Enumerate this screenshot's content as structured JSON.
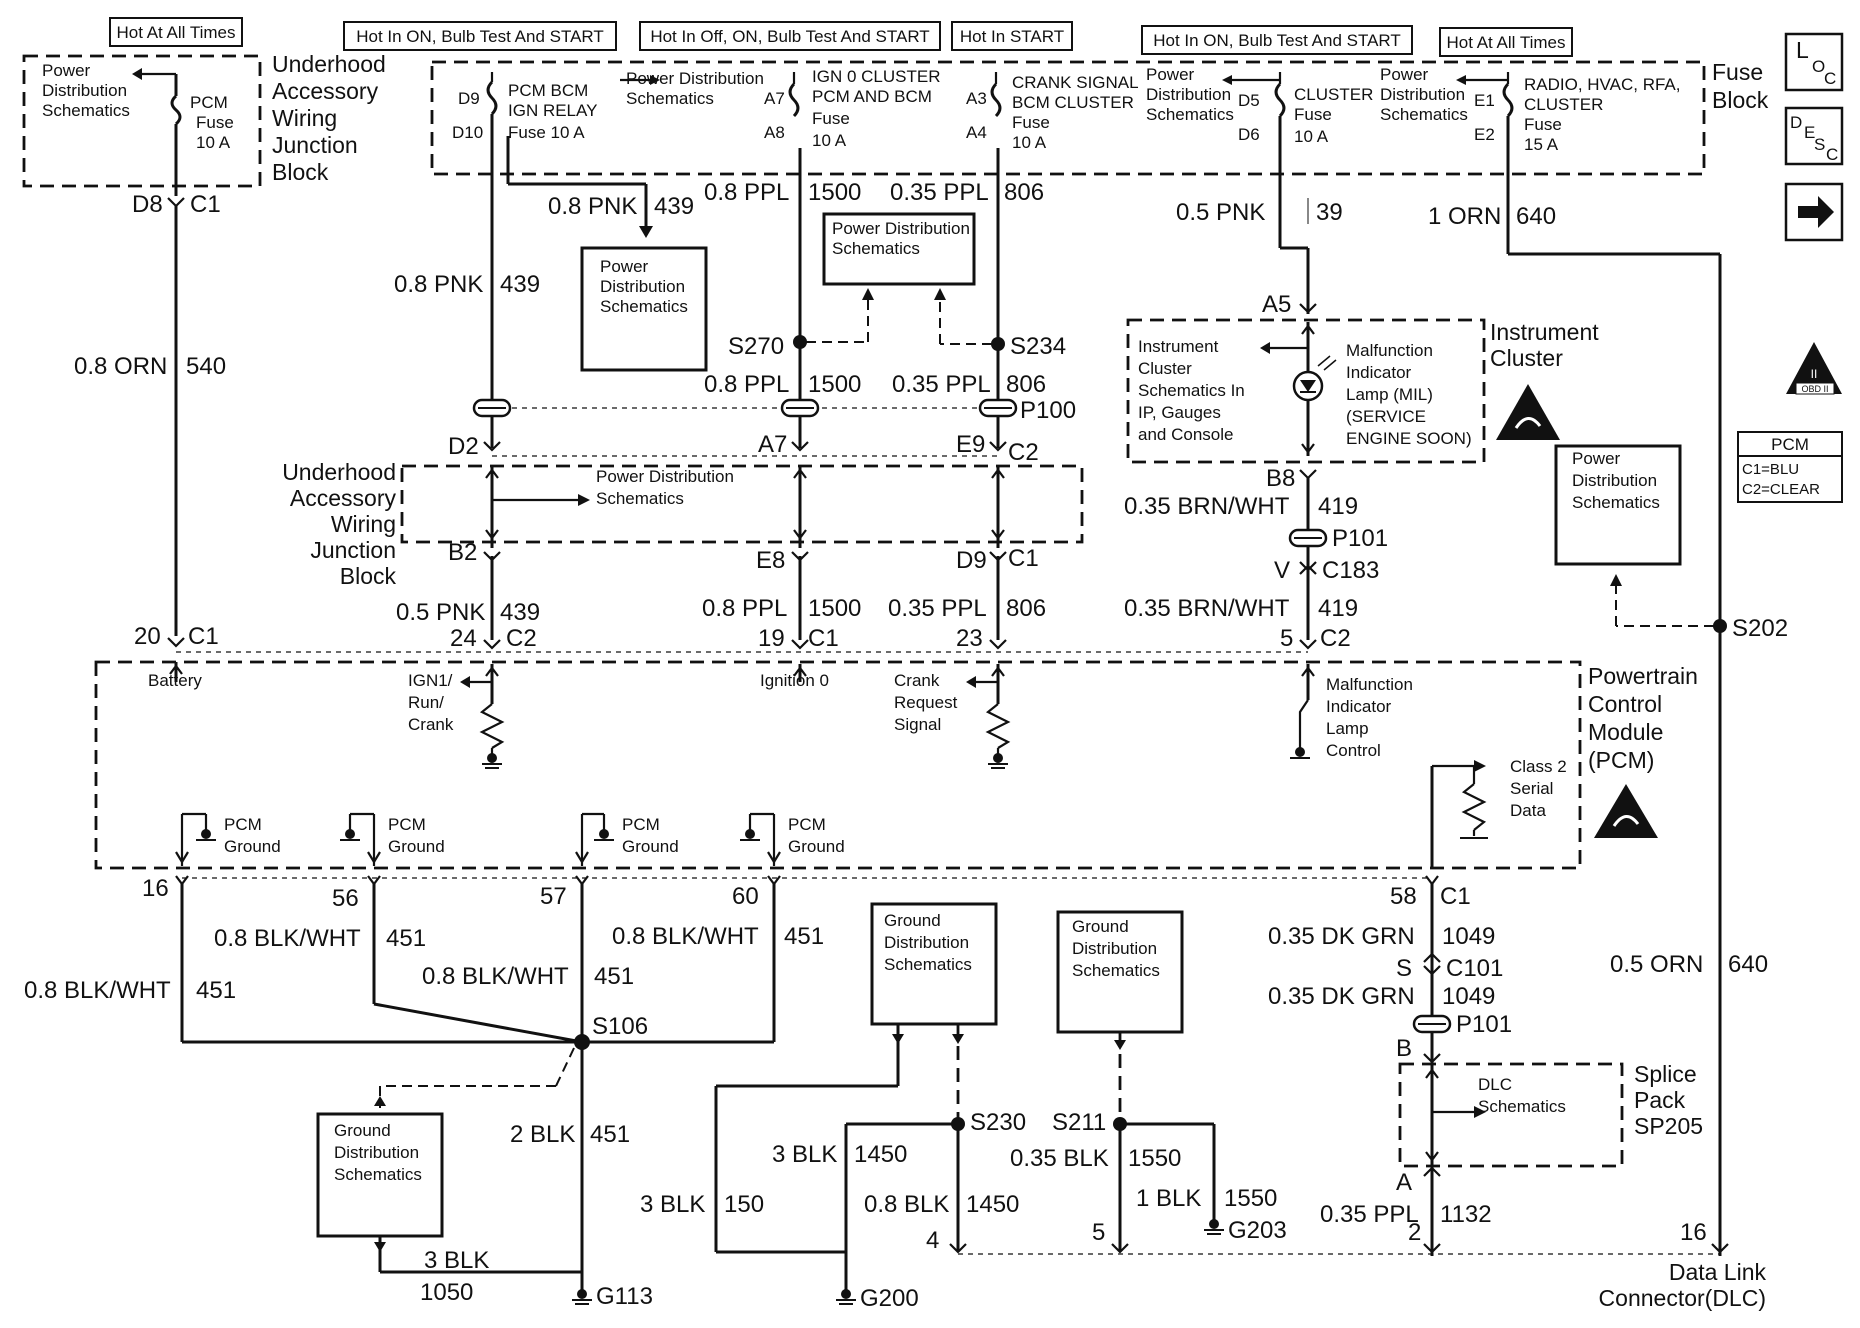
{
  "hot_tags": [
    "Hot At All Times",
    "Hot In ON, Bulb Test And START",
    "Hot In Off, ON, Bulb Test And START",
    "Hot In START",
    "Hot In ON, Bulb Test And START",
    "Hot At All Times"
  ],
  "side_icons": {
    "loc": [
      "L",
      "O",
      "C"
    ],
    "desc": [
      "D",
      "E",
      "S",
      "C"
    ],
    "obd": [
      "II",
      "OBD II"
    ],
    "pcm_key": [
      "PCM",
      "C1=BLU",
      "C2=CLEAR"
    ]
  },
  "underhood_top": {
    "title": [
      "Underhood",
      "Accessory",
      "Wiring",
      "Junction",
      "Block"
    ],
    "ref": [
      "Power",
      "Distribution",
      "Schematics"
    ],
    "fuse": [
      "PCM",
      "Fuse",
      "10 A"
    ],
    "pin": "D8",
    "conn": "C1"
  },
  "fuse_block": {
    "title": [
      "Fuse",
      "Block"
    ],
    "f1": {
      "pin_a": "D9",
      "pin_b": "D10",
      "name": [
        "PCM BCM",
        "IGN RELAY",
        "Fuse 10 A"
      ]
    },
    "ref_mid": [
      "Power Distribution",
      "Schematics"
    ],
    "f2": {
      "pin_a": "A7",
      "pin_b": "A8",
      "name": [
        "IGN 0 CLUSTER",
        "PCM AND BCM",
        "Fuse",
        "10 A"
      ]
    },
    "f3": {
      "pin_a": "A3",
      "pin_b": "A4",
      "name": [
        "CRANK SIGNAL",
        "BCM CLUSTER",
        "Fuse",
        "10 A"
      ]
    },
    "ref_f4": [
      "Power",
      "Distribution",
      "Schematics"
    ],
    "f4": {
      "pin_a": "D5",
      "pin_b": "D6",
      "name": [
        "CLUSTER",
        "Fuse",
        "10 A"
      ]
    },
    "ref_f5": [
      "Power",
      "Distribution",
      "Schematics"
    ],
    "f5": {
      "pin_a": "E1",
      "pin_b": "E2",
      "name": [
        "RADIO, HVAC, RFA,",
        "CLUSTER",
        "Fuse",
        "15 A"
      ]
    }
  },
  "wires": {
    "w439a": [
      "0.8 PNK",
      "439"
    ],
    "w439b": [
      "0.8 PNK",
      "439"
    ],
    "w540": [
      "0.8 ORN",
      "540"
    ],
    "w1500a": [
      "0.8 PPL",
      "1500"
    ],
    "w806a": [
      "0.35 PPL",
      "806"
    ],
    "w1500b": [
      "0.8 PPL",
      "1500"
    ],
    "w806b": [
      "0.35 PPL",
      "806"
    ],
    "w39": [
      "0.5 PNK",
      "39"
    ],
    "w640a": [
      "1 ORN",
      "640"
    ],
    "w419a": [
      "0.35 BRN/WHT",
      "419"
    ],
    "w419b": [
      "0.35 BRN/WHT",
      "419"
    ],
    "w439c": [
      "0.5 PNK",
      "439"
    ],
    "w1500c": [
      "0.8 PPL",
      "1500"
    ],
    "w806c": [
      "0.35 PPL",
      "806"
    ],
    "w451a": [
      "0.8 BLK/WHT",
      "451"
    ],
    "w451b": [
      "0.8 BLK/WHT",
      "451"
    ],
    "w451c": [
      "0.8 BLK/WHT",
      "451"
    ],
    "w451d": [
      "0.8 BLK/WHT",
      "451"
    ],
    "w451e": [
      "2 BLK",
      "451"
    ],
    "w1050": [
      "3 BLK",
      "1050"
    ],
    "w1049a": [
      "0.35 DK GRN",
      "1049"
    ],
    "w1049b": [
      "0.35 DK GRN",
      "1049"
    ],
    "w640b": [
      "0.5 ORN",
      "640"
    ],
    "w1450a": [
      "3 BLK",
      "1450"
    ],
    "w150": [
      "3 BLK",
      "150"
    ],
    "w1450b": [
      "0.8 BLK",
      "1450"
    ],
    "w1550a": [
      "0.35 BLK",
      "1550"
    ],
    "w1550b": [
      "1 BLK",
      "1550"
    ],
    "w1132": [
      "0.35 PPL",
      "1132"
    ]
  },
  "refs": {
    "pd_439": [
      "Power",
      "Distribution",
      "Schematics"
    ],
    "pd_mid": [
      "Power Distribution",
      "Schematics"
    ],
    "pd_s202": [
      "Power",
      "Distribution",
      "Schematics"
    ],
    "pd_uh": [
      "Power Distribution",
      "Schematics"
    ],
    "gd_s106": [
      "Ground",
      "Distribution",
      "Schematics"
    ],
    "gd_g200": [
      "Ground",
      "Distribution",
      "Schematics"
    ],
    "gd_s211": [
      "Ground",
      "Distribution",
      "Schematics"
    ],
    "dlc": [
      "DLC",
      "Schematics"
    ]
  },
  "splices": {
    "s270": "S270",
    "s234": "S234",
    "s202": "S202",
    "s106": "S106",
    "s230": "S230",
    "s211": "S211"
  },
  "connectors": {
    "p100": "P100",
    "p101a": "P101",
    "p101b": "P101",
    "c183": "C183",
    "c101": "C101",
    "d2": "D2",
    "a7": "A7",
    "e9": "E9",
    "c2a": "C2",
    "b2": "B2",
    "e8": "E8",
    "d9": "D9",
    "c1a": "C1",
    "a5": "A5",
    "b8": "B8",
    "v": "V",
    "s": "S",
    "b": "B",
    "a": "A",
    "p20": "20",
    "c1b": "C1",
    "p24": "24",
    "c2b": "C2",
    "p19": "19",
    "c1c": "C1",
    "p23": "23",
    "p5": "5",
    "c2c": "C2",
    "p16": "16",
    "p56": "56",
    "p57": "57",
    "p60": "60",
    "p58": "58",
    "c1d": "C1",
    "d4": "4",
    "d5": "5",
    "d2p": "2",
    "d16": "16"
  },
  "underhood_mid": {
    "title": [
      "Underhood",
      "Accessory",
      "Wiring",
      "Junction",
      "Block"
    ]
  },
  "cluster": {
    "title": [
      "Instrument",
      "Cluster"
    ],
    "ref": [
      "Instrument",
      "Cluster",
      "Schematics In",
      "IP, Gauges",
      "and Console"
    ],
    "mil": [
      "Malfunction",
      "Indicator",
      "Lamp (MIL)",
      "(SERVICE",
      "ENGINE SOON)"
    ]
  },
  "pcm": {
    "title": [
      "Powertrain",
      "Control",
      "Module",
      "(PCM)"
    ],
    "battery": "Battery",
    "ign1": [
      "IGN1/",
      "Run/",
      "Crank"
    ],
    "ign0": "Ignition 0",
    "crank": [
      "Crank",
      "Request",
      "Signal"
    ],
    "mil": [
      "Malfunction",
      "Indicator",
      "Lamp",
      "Control"
    ],
    "serial": [
      "Class 2",
      "Serial",
      "Data"
    ],
    "ground": [
      "PCM",
      "Ground"
    ]
  },
  "grounds": {
    "g113": "G113",
    "g200": "G200",
    "g203": "G203"
  },
  "splice_pack": [
    "Splice",
    "Pack",
    "SP205"
  ],
  "dlc": [
    "Data Link",
    "Connector(DLC)"
  ]
}
